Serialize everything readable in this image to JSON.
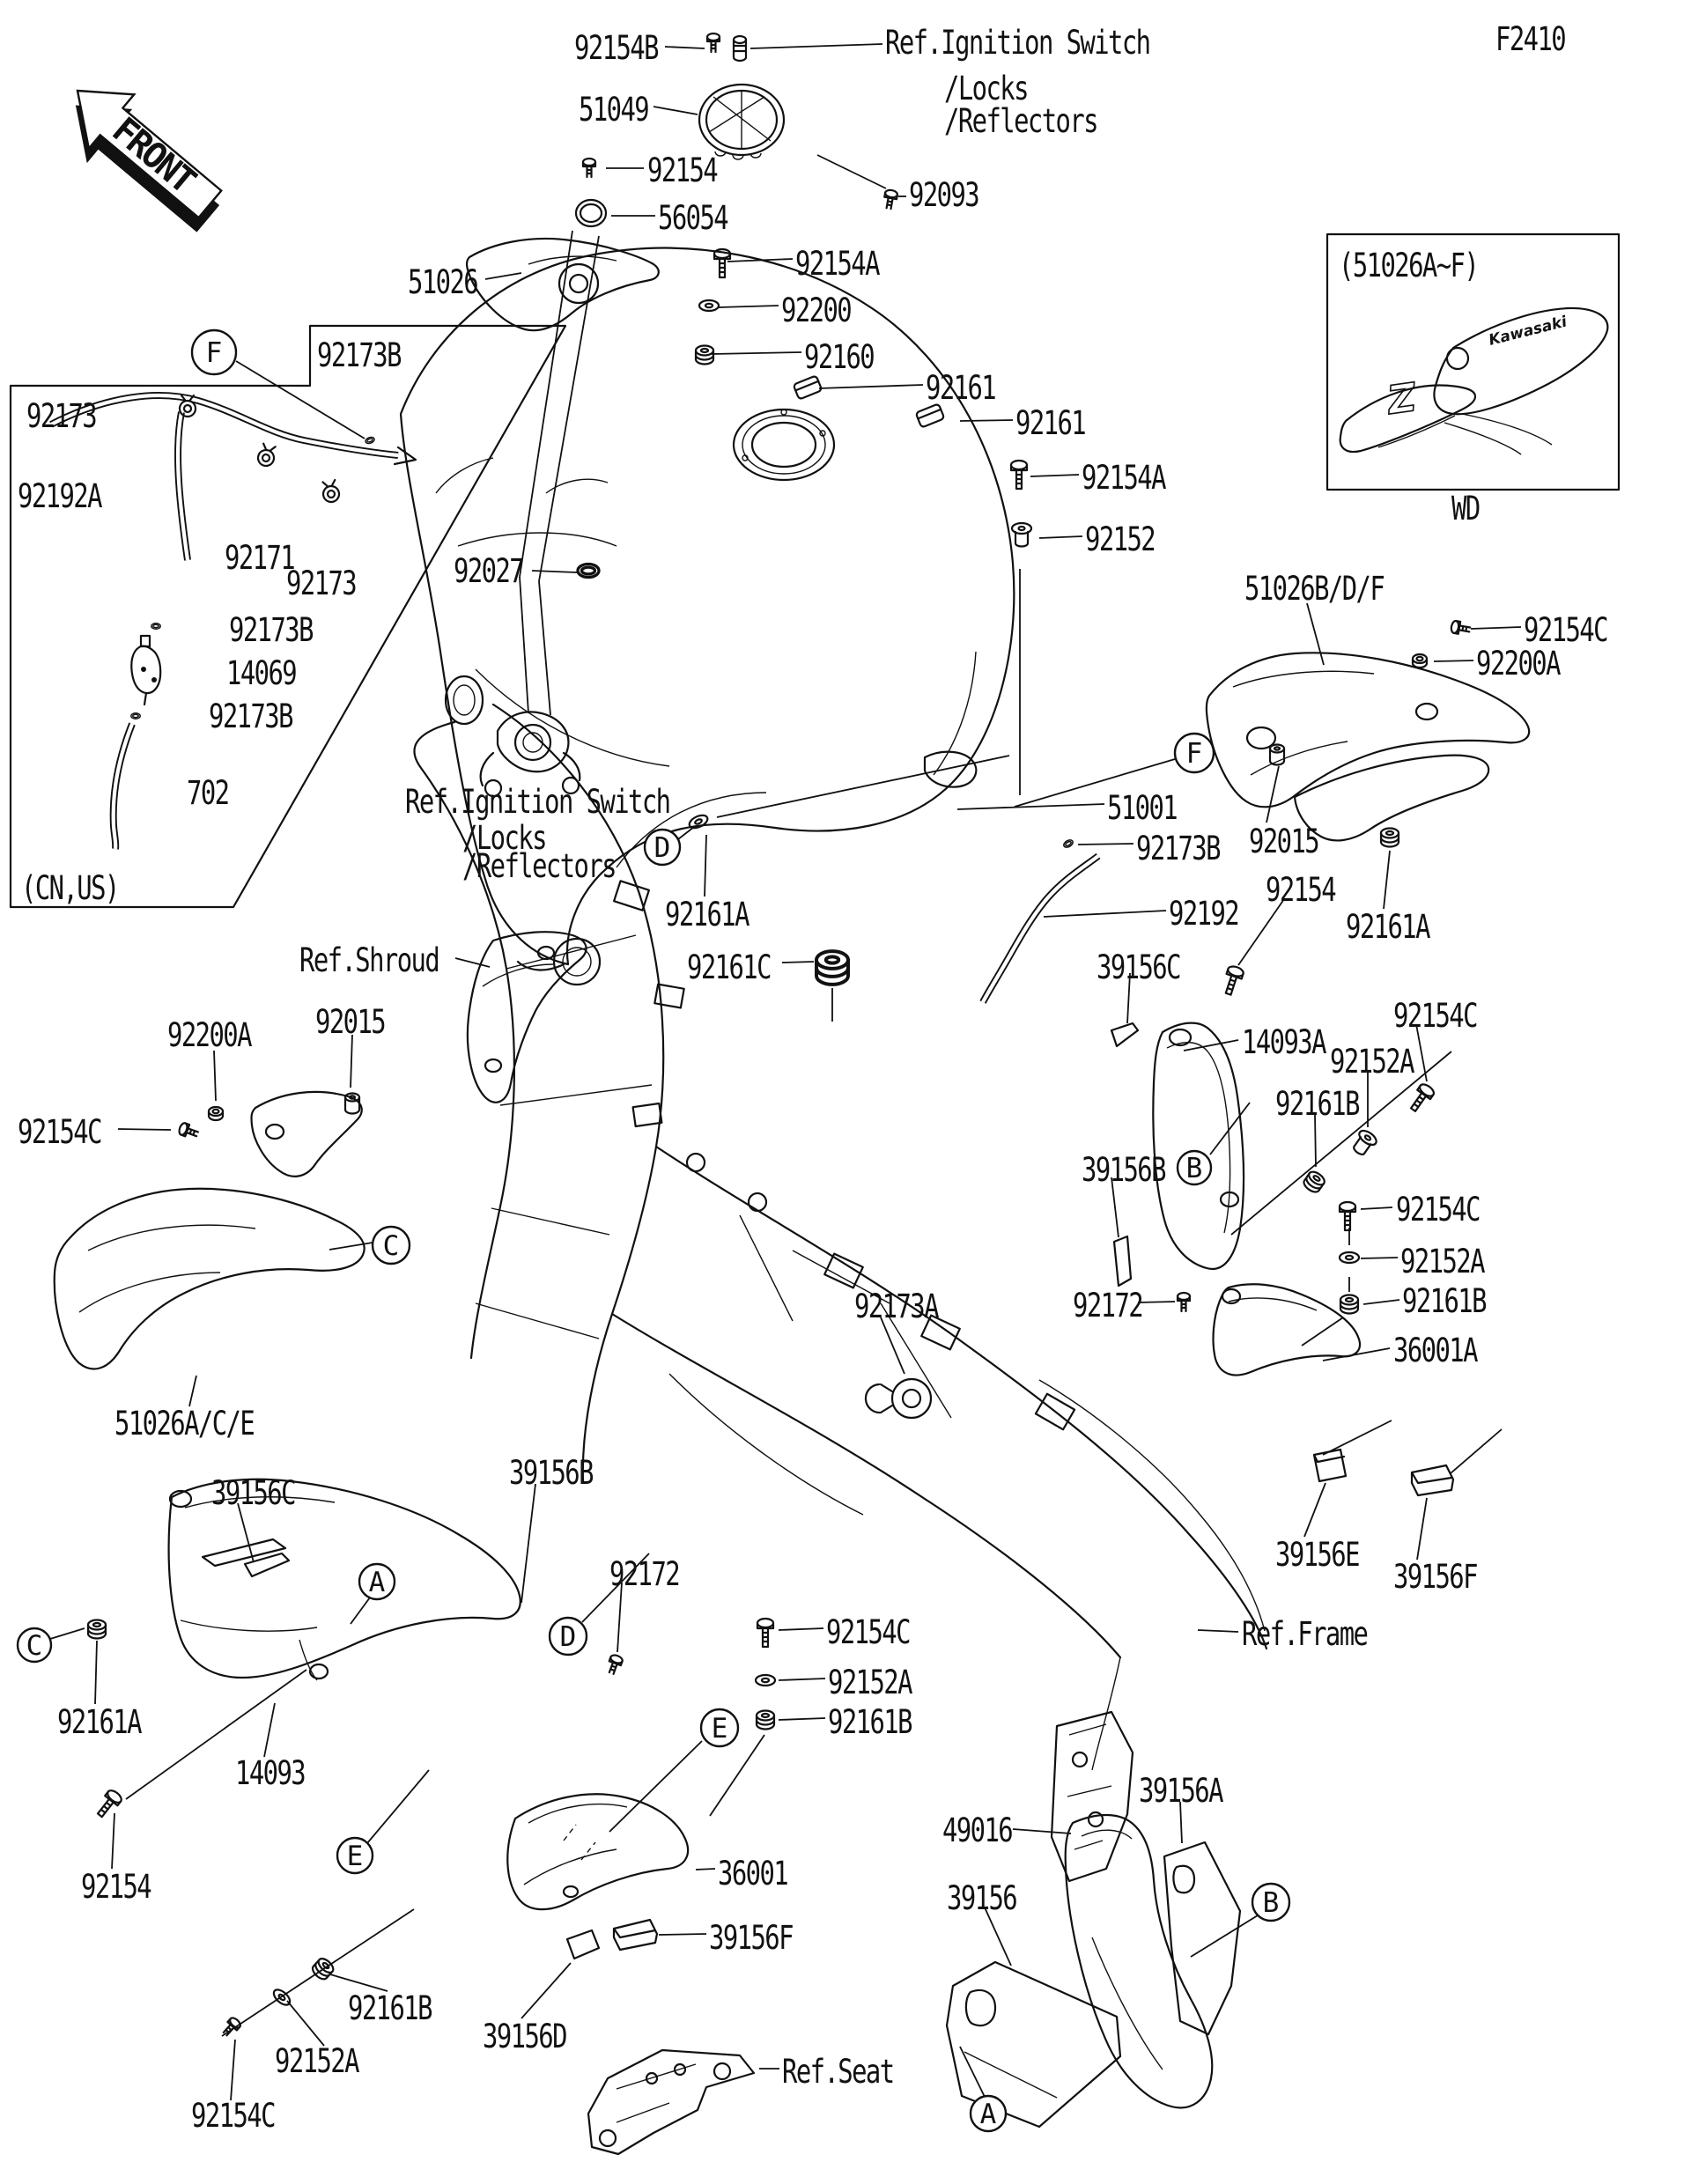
{
  "page": {
    "code": "F2410",
    "front": "FRONT"
  },
  "insets": {
    "decal_box": {
      "title": "(51026A~F)",
      "caption": "WD",
      "brand": "Kawasaki",
      "z_mark": "Z"
    },
    "cn_us_box": {
      "caption": "(CN,US)"
    }
  },
  "refs": {
    "ignition_top": [
      "Ref.Ignition Switch",
      "/Locks",
      "/Reflectors"
    ],
    "ignition_mid": [
      "Ref.Ignition Switch",
      "/Locks",
      "/Reflectors"
    ],
    "shroud": "Ref.Shroud",
    "frame": "Ref.Frame",
    "seat": "Ref.Seat"
  },
  "markers": [
    {
      "letter": "F"
    },
    {
      "letter": "F"
    },
    {
      "letter": "D"
    },
    {
      "letter": "D"
    },
    {
      "letter": "C"
    },
    {
      "letter": "C"
    },
    {
      "letter": "A"
    },
    {
      "letter": "A"
    },
    {
      "letter": "B"
    },
    {
      "letter": "B"
    },
    {
      "letter": "E"
    },
    {
      "letter": "E"
    }
  ],
  "callouts": [
    {
      "text": "92154B"
    },
    {
      "text": "51049"
    },
    {
      "text": "92154"
    },
    {
      "text": "56054"
    },
    {
      "text": "92093"
    },
    {
      "text": "51026"
    },
    {
      "text": "92154A"
    },
    {
      "text": "92200"
    },
    {
      "text": "92160"
    },
    {
      "text": "92161"
    },
    {
      "text": "92161"
    },
    {
      "text": "92154A"
    },
    {
      "text": "92152"
    },
    {
      "text": "92027"
    },
    {
      "text": "92173"
    },
    {
      "text": "92173B"
    },
    {
      "text": "92192A"
    },
    {
      "text": "92171"
    },
    {
      "text": "92173"
    },
    {
      "text": "92173B"
    },
    {
      "text": "14069"
    },
    {
      "text": "92173B"
    },
    {
      "text": "702"
    },
    {
      "text": "51001"
    },
    {
      "text": "92173B"
    },
    {
      "text": "92015"
    },
    {
      "text": "92192"
    },
    {
      "text": "39156C"
    },
    {
      "text": "92154"
    },
    {
      "text": "51026B/D/F"
    },
    {
      "text": "92154C"
    },
    {
      "text": "92200A"
    },
    {
      "text": "92161A"
    },
    {
      "text": "92161A"
    },
    {
      "text": "92161C"
    },
    {
      "text": "92200A"
    },
    {
      "text": "92015"
    },
    {
      "text": "92154C"
    },
    {
      "text": "51026A/C/E"
    },
    {
      "text": "39156C"
    },
    {
      "text": "92161A"
    },
    {
      "text": "14093"
    },
    {
      "text": "39156B"
    },
    {
      "text": "14093A"
    },
    {
      "text": "92154C"
    },
    {
      "text": "92152A"
    },
    {
      "text": "92161B"
    },
    {
      "text": "39156B"
    },
    {
      "text": "92172"
    },
    {
      "text": "92154C"
    },
    {
      "text": "92152A"
    },
    {
      "text": "92161B"
    },
    {
      "text": "36001A"
    },
    {
      "text": "92173A"
    },
    {
      "text": "39156E"
    },
    {
      "text": "39156F"
    },
    {
      "text": "92154C"
    },
    {
      "text": "92152A"
    },
    {
      "text": "92161B"
    },
    {
      "text": "36001"
    },
    {
      "text": "39156F"
    },
    {
      "text": "49016"
    },
    {
      "text": "39156A"
    },
    {
      "text": "39156"
    },
    {
      "text": "39156D"
    },
    {
      "text": "92154"
    },
    {
      "text": "92161B"
    },
    {
      "text": "92152A"
    },
    {
      "text": "92154C"
    },
    {
      "text": "92172"
    }
  ]
}
